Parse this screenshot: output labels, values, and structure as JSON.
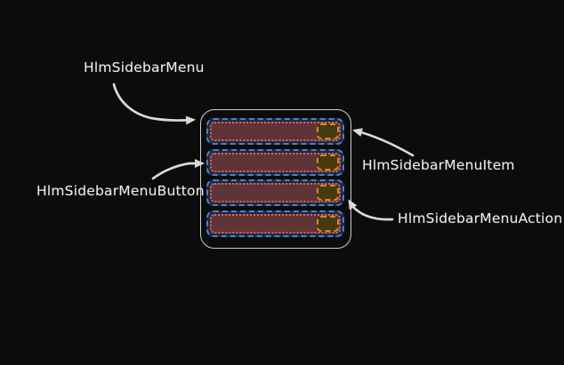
{
  "diagram": {
    "labels": {
      "menu": "HlmSidebarMenu",
      "item": "HlmSidebarMenuItem",
      "button": "HlmSidebarMenuButton",
      "action": "HlmSidebarMenuAction"
    },
    "menu_item_count": 4
  },
  "colors": {
    "background": "#0c0c0c",
    "container_border": "#cfcfcf",
    "item_border": "#4d82c4",
    "item_fill": "#1b2a47",
    "button_border": "#dd6352",
    "button_fill": "#5e3438",
    "action_border": "#cf8b33",
    "action_fill": "#47390e",
    "arrow": "#d9d9d9",
    "label_text": "#ededed"
  }
}
